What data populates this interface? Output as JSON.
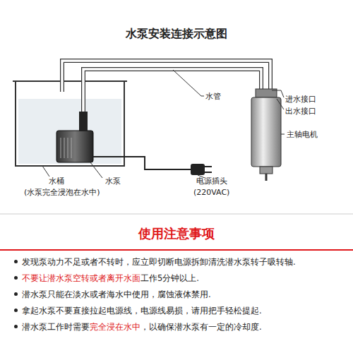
{
  "diagram": {
    "title": "水泵安装连接示意图",
    "labels": [
      "水管",
      "进水接口",
      "出水接口",
      "主轴电机",
      "水桶",
      "(水泵完全浸泡在水中)",
      "水泵",
      "电源插头",
      "(220VAC)",
      "使用注意事项",
      "发现泵动力不足或者不转时，应立即切断电源拆卸清洗潜水泵转子吸转轴.",
      "不要让潜水泵空转或者离开水面",
      "工作5分钟以上.",
      "潜水泵只能在淡水或者海水中使用，腐蚀液体禁用.",
      "拿起水泵不要直接拉起电源线，电源线易损，请用把手轻松提起.",
      "潜水泵工作时需要",
      "完全浸在水中",
      "，以确保潜水泵有一定的冷却度."
    ]
  }
}
